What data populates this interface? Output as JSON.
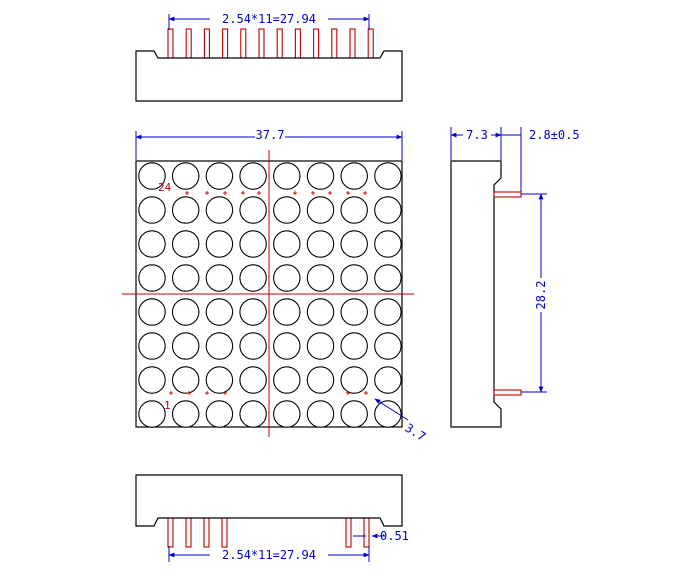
{
  "dimensions": {
    "top_pitch": "2.54*11=27.94",
    "front_width": "37.7",
    "side_depth": "7.3",
    "side_pin_offset": "2.8±0.5",
    "side_pin_span": "28.2",
    "led_diameter": "3.7",
    "bottom_pitch": "2.54*11=27.94",
    "pin_width": "0.51"
  },
  "pin_labels": {
    "pin24": "24",
    "pin1": "1"
  },
  "matrix": {
    "rows": 8,
    "cols": 8
  },
  "colors": {
    "outline": "#000000",
    "pin": "#c00000",
    "dimension": "#0000cc"
  }
}
